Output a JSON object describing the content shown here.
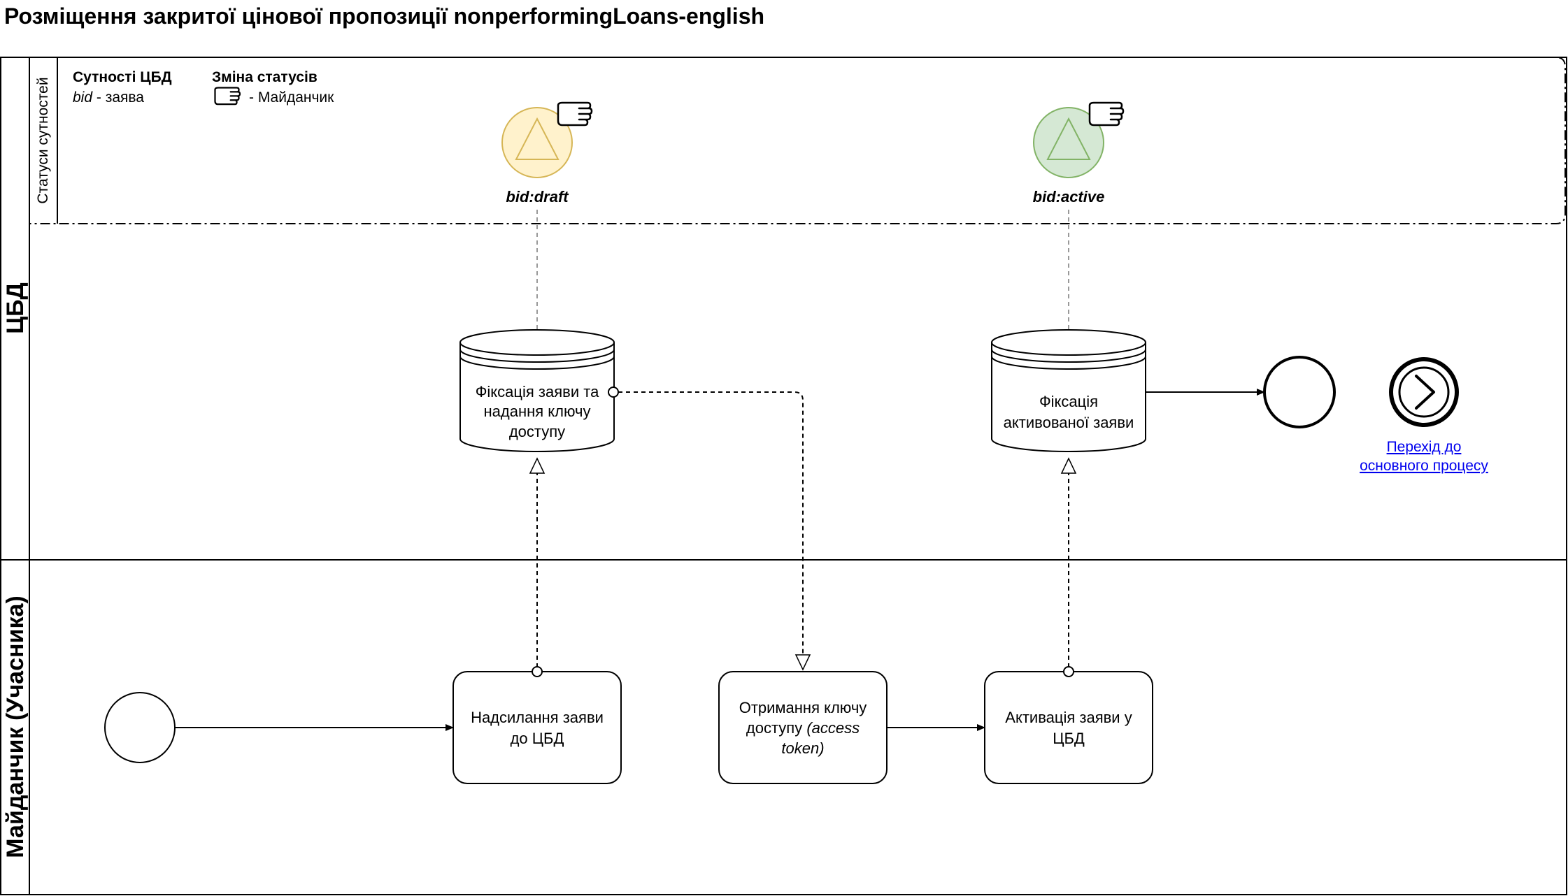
{
  "title": "Розміщення закритої цінової пропозиції nonperformingLoans-english",
  "pools": {
    "cbd": "ЦБД",
    "entity_statuses": "Статуси сутностей",
    "platform": "Майданчик (Учасника)"
  },
  "legend": {
    "entities_heading": "Сутності ЦБД",
    "entity_key": "bid",
    "entity_desc": " - заява",
    "status_change_heading": "Зміна статусів",
    "status_change_desc": "- Майданчик"
  },
  "statuses": {
    "draft": "bid:draft",
    "active": "bid:active"
  },
  "colors": {
    "draft_fill": "#fff2cc",
    "draft_stroke": "#d6b656",
    "active_fill": "#d5e8d4",
    "active_stroke": "#82b366",
    "line": "#000000",
    "association": "#999999",
    "link": "#0000ee"
  },
  "icons": {
    "status_hand": "hand-pointing-icon",
    "store": "data-store-icon",
    "link_event": "link-event-icon"
  },
  "stores": {
    "fix_bid": [
      "Фіксація заяви та",
      "надання ключу",
      "доступу"
    ],
    "fix_active": [
      "Фіксація",
      "активованої заяви"
    ]
  },
  "tasks": {
    "send_bid": [
      "Надсилання заяви",
      "до ЦБД"
    ],
    "receive_key_line1": "Отримання ключу",
    "receive_key_line2a": "доступу ",
    "receive_key_line2b": "(access",
    "receive_key_line3": "token)",
    "activate_bid": [
      "Активація заяви у",
      "ЦБД"
    ]
  },
  "link": [
    "Перехід до ",
    "основного процесу"
  ]
}
